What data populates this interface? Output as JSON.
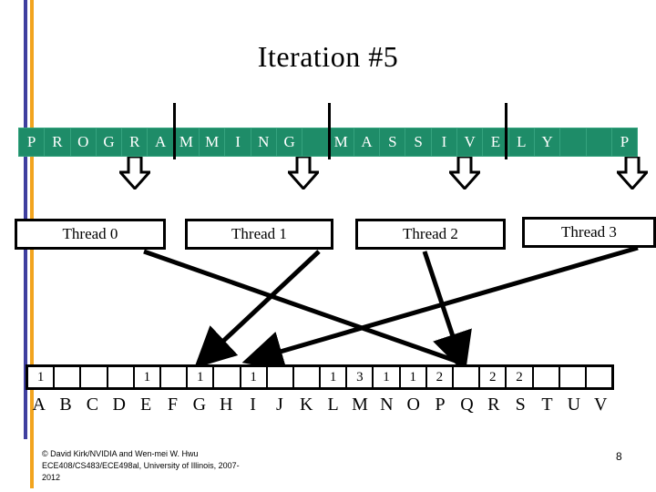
{
  "slide": {
    "title": "Iteration #5",
    "page_number": "8",
    "accent_blue": "#3F3F9F",
    "accent_orange": "#F2A41E",
    "strip_green": "#1E8C68"
  },
  "input_strip": {
    "label": "input-character-strip",
    "cells": [
      "P",
      "R",
      "O",
      "G",
      "R",
      "A",
      "M",
      "M",
      "I",
      "N",
      "G",
      "",
      "M",
      "A",
      "S",
      "S",
      "I",
      "V",
      "E",
      "L",
      "Y",
      "",
      "",
      "P"
    ]
  },
  "threads": [
    {
      "label": "Thread 0"
    },
    {
      "label": "Thread 1"
    },
    {
      "label": "Thread 2"
    },
    {
      "label": "Thread 3"
    }
  ],
  "histogram": {
    "keys": [
      "A",
      "B",
      "C",
      "D",
      "E",
      "F",
      "G",
      "H",
      "I",
      "J",
      "K",
      "L",
      "M",
      "N",
      "O",
      "P",
      "Q",
      "R",
      "S",
      "T",
      "U",
      "V"
    ],
    "counts": [
      "1",
      "",
      "",
      "",
      "1",
      "",
      "1",
      "",
      "1",
      "",
      "",
      "1",
      "3",
      "1",
      "1",
      "2",
      "",
      "2",
      "2",
      "",
      "",
      ""
    ]
  },
  "footer": {
    "line1": "© David Kirk/NVIDIA and Wen-mei W. Hwu",
    "line2": "ECE408/CS483/ECE498al, University of Illinois, 2007-",
    "line3": "2012"
  }
}
